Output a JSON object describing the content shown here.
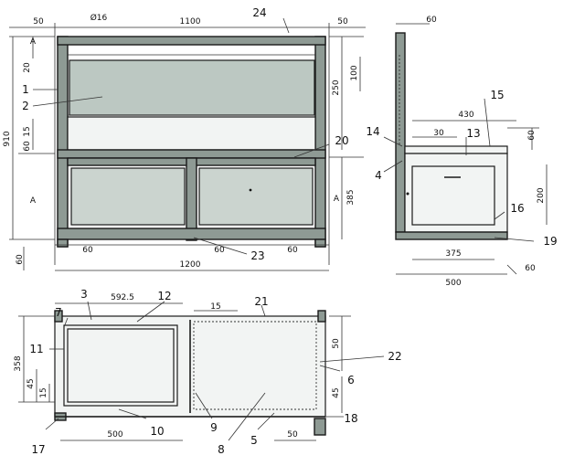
{
  "front_view": {
    "dimensions": {
      "top_left": "50",
      "hole": "Ø16",
      "top_span": "1100",
      "top_right": "50",
      "height_total": "910",
      "glass_offset": "20",
      "mid_15": "15",
      "mid_60": "60",
      "right_250": "250",
      "right_100": "100",
      "right_385": "385",
      "bottom_60_left": "60",
      "bottom_60_mid": "60",
      "bottom_60_right": "60",
      "base_60": "60",
      "width_total": "1200"
    },
    "section_mark": "A",
    "labels": [
      "1",
      "2",
      "20",
      "23",
      "24"
    ]
  },
  "side_view": {
    "dimensions": {
      "top": "60",
      "depth_430": "430",
      "w_30": "30",
      "h_60": "60",
      "h_200": "200",
      "w_375": "375",
      "w_500": "500",
      "b_60": "60"
    },
    "labels": [
      "4",
      "13",
      "14",
      "15",
      "16",
      "19"
    ]
  },
  "plan_view": {
    "dimensions": {
      "top_592": "592.5",
      "top_15": "15",
      "left_358": "358",
      "left_45": "45",
      "left_15": "15",
      "right_50": "50",
      "right_45": "45",
      "bottom_500": "500",
      "bottom_50": "50"
    },
    "labels": [
      "3",
      "5",
      "6",
      "7",
      "8",
      "9",
      "10",
      "11",
      "12",
      "17",
      "18",
      "21",
      "22"
    ]
  }
}
